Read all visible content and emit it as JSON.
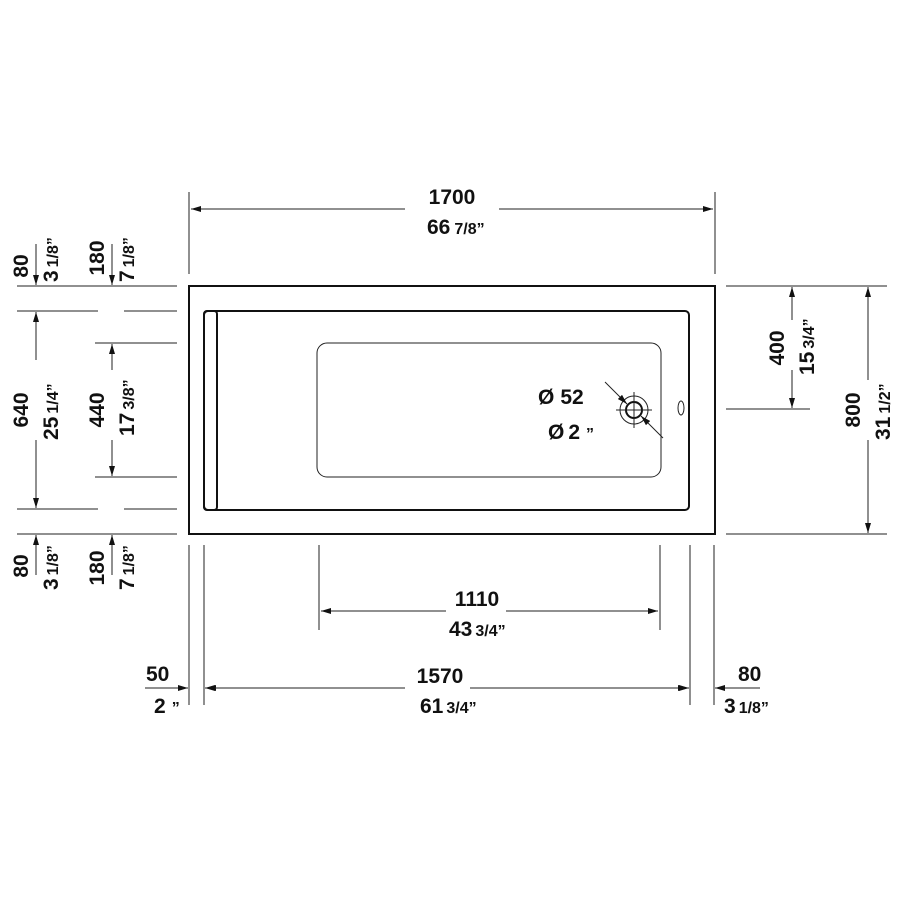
{
  "diagram": {
    "type": "technical drawing",
    "subject": "bathtub top view dimensions",
    "colors": {
      "line": "#222222",
      "text": "#111111",
      "background": "#ffffff"
    }
  },
  "dimensions": {
    "overall_length": {
      "mm": "1700",
      "inch_whole": "66",
      "inch_frac": "7/8”"
    },
    "overall_width": {
      "mm": "800",
      "inch_whole": "31",
      "inch_frac": "1/2”"
    },
    "drain_offset": {
      "mm": "400",
      "inch_whole": "15",
      "inch_frac": "3/4”"
    },
    "rim_top_left": {
      "mm": "80",
      "inch_whole": "3",
      "inch_frac": "1/8”"
    },
    "rim_top_right": {
      "mm": "180",
      "inch_whole": "7",
      "inch_frac": "1/8”"
    },
    "inner_width": {
      "mm": "640",
      "inch_whole": "25",
      "inch_frac": "1/4”"
    },
    "basin_width": {
      "mm": "440",
      "inch_whole": "17",
      "inch_frac": "3/8”"
    },
    "rim_bottom_left": {
      "mm": "80",
      "inch_whole": "3",
      "inch_frac": "1/8”"
    },
    "rim_bottom_right": {
      "mm": "180",
      "inch_whole": "7",
      "inch_frac": "1/8”"
    },
    "basin_length": {
      "mm": "1110",
      "inch_whole": "43",
      "inch_frac": "3/4”"
    },
    "inner_length": {
      "mm": "1570",
      "inch_whole": "61",
      "inch_frac": "3/4”"
    },
    "left_rim": {
      "mm": "50",
      "inch_whole": "2",
      "inch_frac": "”"
    },
    "right_rim": {
      "mm": "80",
      "inch_whole": "3",
      "inch_frac": "1/8”"
    },
    "drain_diameter": {
      "symbol": "Ø",
      "mm": "52",
      "inch_whole": "2",
      "inch_frac": "”"
    }
  }
}
